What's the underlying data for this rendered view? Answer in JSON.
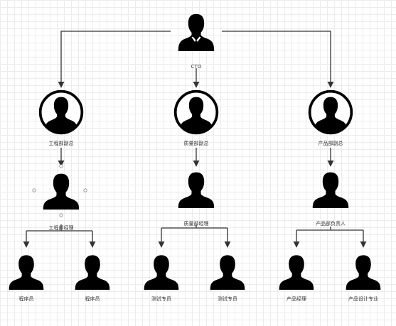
{
  "colors": {
    "silhouette": "#000000",
    "connector": "#333333",
    "label": "#333333",
    "grid": "#ececec"
  },
  "root": {
    "label": "CTO",
    "icon": "businessman-icon"
  },
  "deputies": [
    {
      "label": "工程部副总",
      "icon": "user-circle-icon",
      "manager": {
        "label": "工程部经理",
        "icon": "user-icon",
        "reports": [
          {
            "label": "程序员",
            "icon": "user-icon"
          },
          {
            "label": "程序员",
            "icon": "user-icon"
          }
        ]
      }
    },
    {
      "label": "质量部副总",
      "icon": "user-circle-icon",
      "manager": {
        "label": "质量部经理",
        "icon": "user-icon",
        "reports": [
          {
            "label": "测试专员",
            "icon": "user-icon"
          },
          {
            "label": "测试专员",
            "icon": "user-icon"
          }
        ]
      }
    },
    {
      "label": "产品部副总",
      "icon": "user-circle-icon",
      "manager": {
        "label": "产品部负责人",
        "icon": "user-icon",
        "reports": [
          {
            "label": "产品经理",
            "icon": "user-icon"
          },
          {
            "label": "产品设计专业",
            "icon": "user-icon"
          }
        ]
      }
    }
  ]
}
